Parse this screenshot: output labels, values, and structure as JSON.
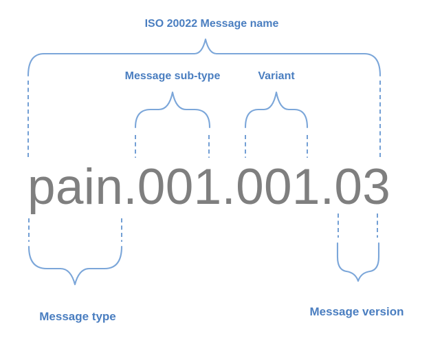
{
  "diagram": {
    "message_name": "pain.001.001.03",
    "title_label": "ISO 20022 Message name",
    "annotations": {
      "sub_type": "Message sub-type",
      "variant": "Variant",
      "type": "Message type",
      "version": "Message version"
    },
    "parts": [
      {
        "text": "pain",
        "label": "Message type"
      },
      {
        "text": "001",
        "label": "Message sub-type"
      },
      {
        "text": "001",
        "label": "Variant"
      },
      {
        "text": "03",
        "label": "Message version"
      }
    ],
    "colors": {
      "label_text": "#4a7ec0",
      "brace_stroke": "#7ba6d9",
      "dash_stroke": "#6293cf",
      "message_text": "#7f7f7f",
      "background": "#ffffff"
    }
  }
}
